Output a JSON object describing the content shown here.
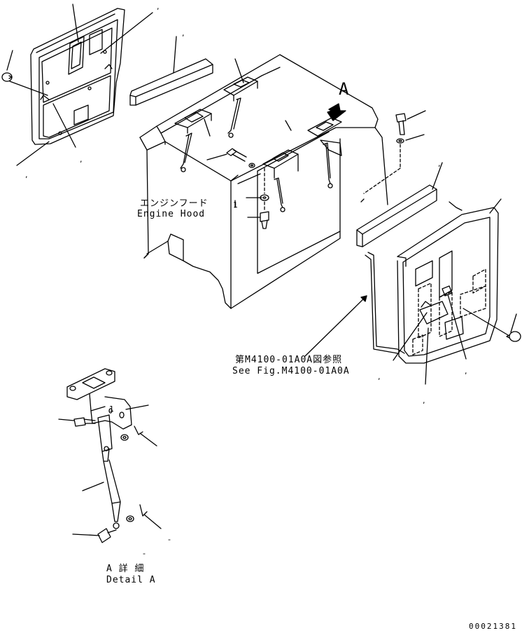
{
  "callout_letter": "A",
  "engine_hood": {
    "label_jp": "エンジンフード",
    "label_en": "Engine Hood"
  },
  "see_fig": {
    "label_jp": "第M4100-01A0A図参照",
    "label_en": "See Fig.M4100-01A0A"
  },
  "detail": {
    "label_jp": "A 詳 細",
    "label_en": "Detail A"
  },
  "drawing_number": "00021381",
  "marks": {
    "comma": ",",
    "dash": "-",
    "one": "1"
  },
  "colors": {
    "line": "#000000",
    "background": "#ffffff"
  }
}
